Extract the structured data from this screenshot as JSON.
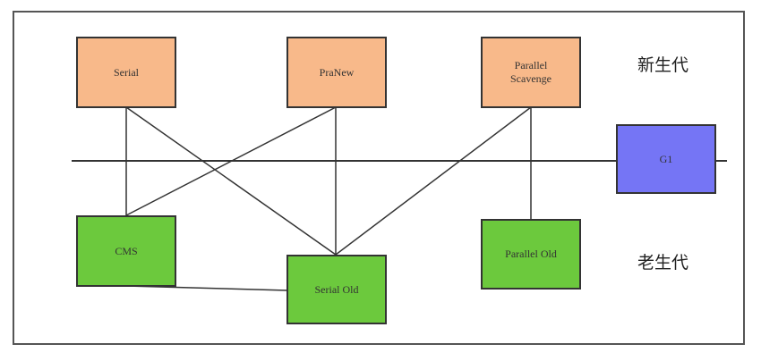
{
  "collectors": {
    "serial": "Serial",
    "parnew": "PraNew",
    "parallel_scavenge": "Parallel\nScavenge",
    "g1": "G1",
    "cms": "CMS",
    "serial_old": "Serial Old",
    "parallel_old": "Parallel Old"
  },
  "generations": {
    "young": "新生代",
    "old": "老生代"
  },
  "colors": {
    "young_fill": "#F8B98A",
    "old_fill": "#6CC93D",
    "g1_fill": "#7575F5",
    "line": "#333333"
  }
}
